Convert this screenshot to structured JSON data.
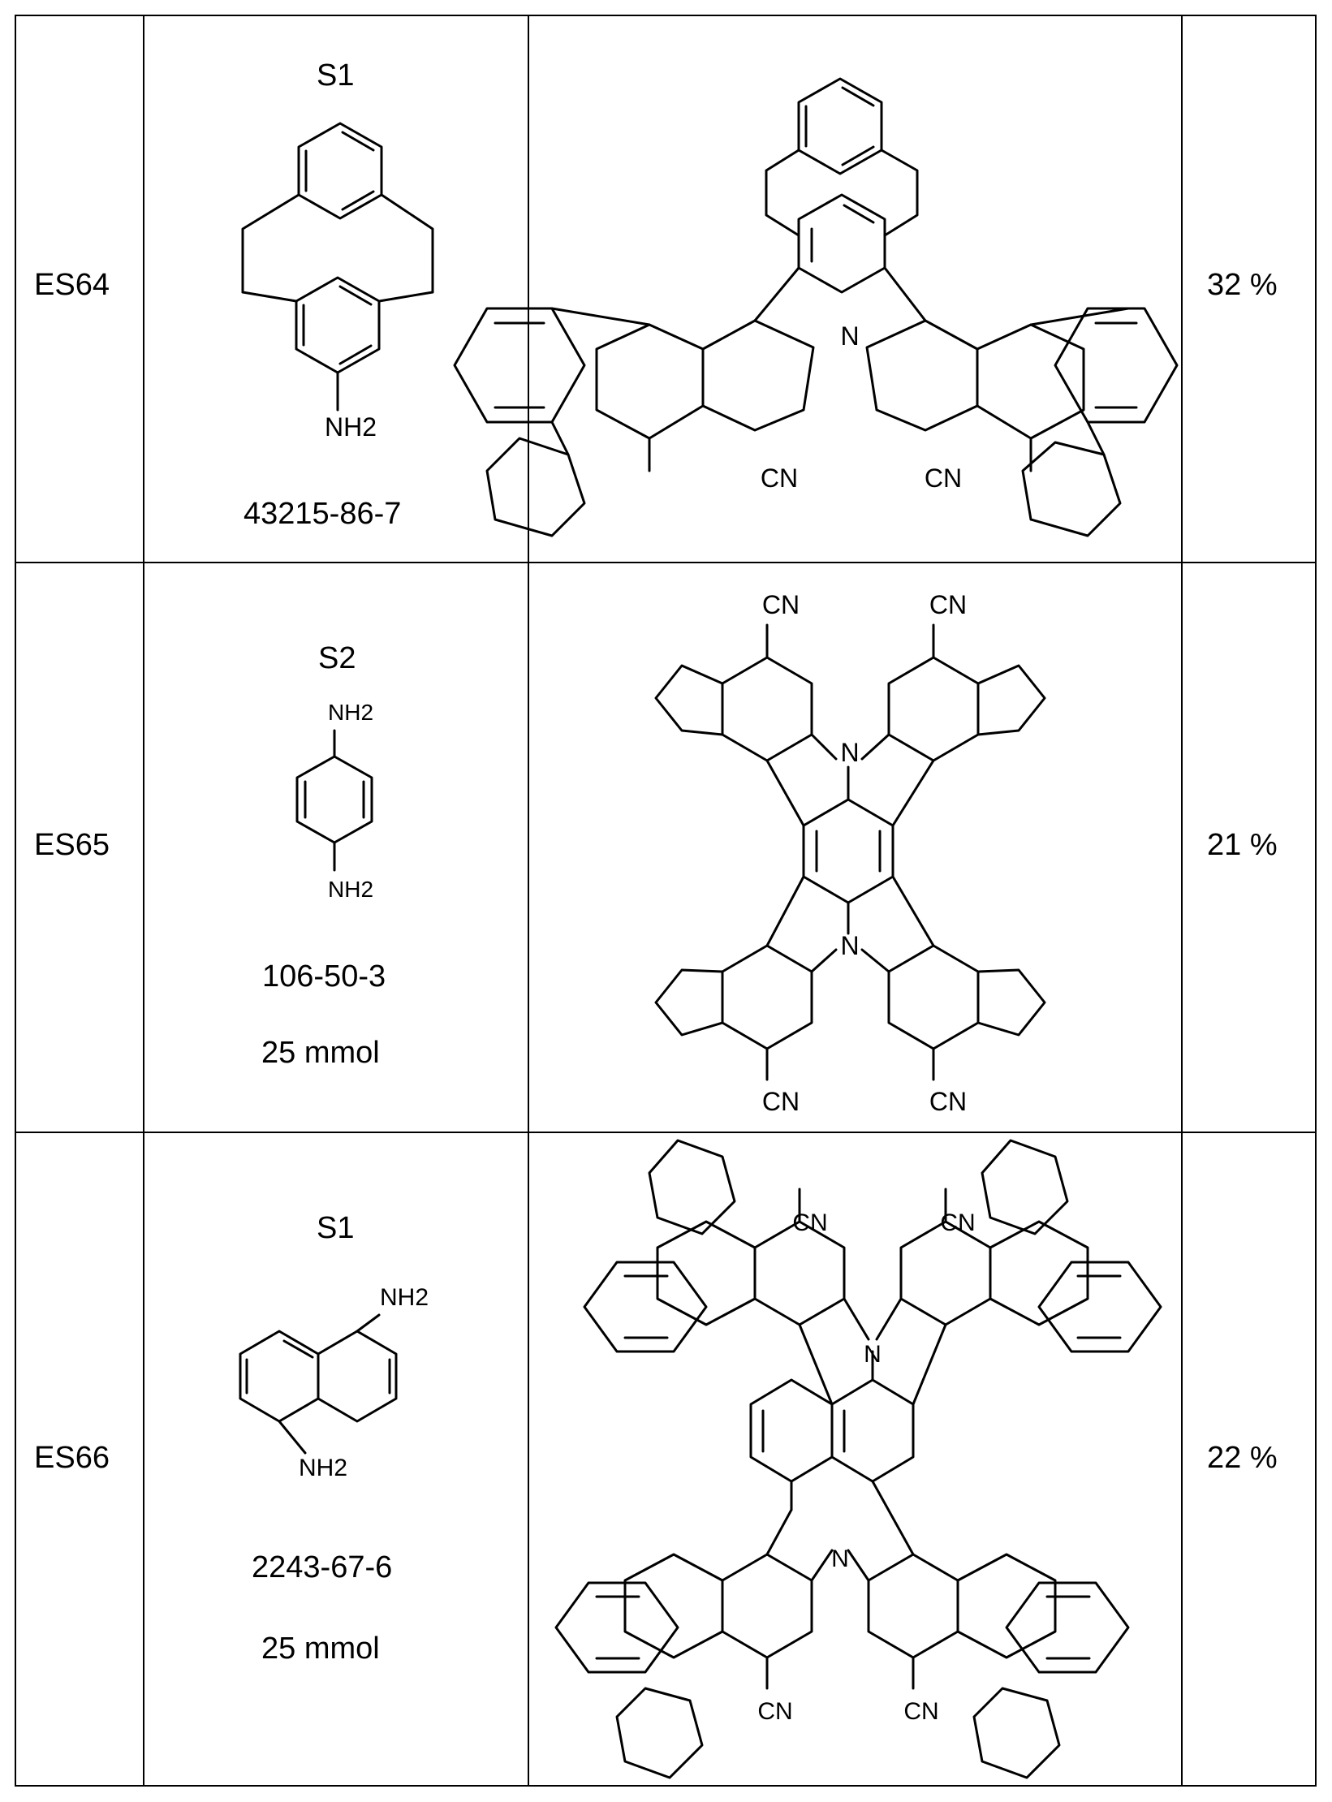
{
  "rows": [
    {
      "example": "ES64",
      "reagent": {
        "label": "S1",
        "cas": "43215-86-7",
        "amount": "",
        "groups": [
          "NH2"
        ]
      },
      "product": {
        "labels": [
          "N",
          "CN",
          "CN"
        ]
      },
      "yield": "32 %"
    },
    {
      "example": "ES65",
      "reagent": {
        "label": "S2",
        "cas": "106-50-3",
        "amount": "25 mmol",
        "groups": [
          "NH2",
          "NH2"
        ]
      },
      "product": {
        "labels": [
          "CN",
          "CN",
          "N",
          "N",
          "CN",
          "CN"
        ]
      },
      "yield": "21 %"
    },
    {
      "example": "ES66",
      "reagent": {
        "label": "S1",
        "cas": "2243-67-6",
        "amount": "25 mmol",
        "groups": [
          "NH2",
          "NH2"
        ]
      },
      "product": {
        "labels": [
          "CN",
          "CN",
          "N",
          "N",
          "CN",
          "CN"
        ]
      },
      "yield": "22 %"
    }
  ]
}
